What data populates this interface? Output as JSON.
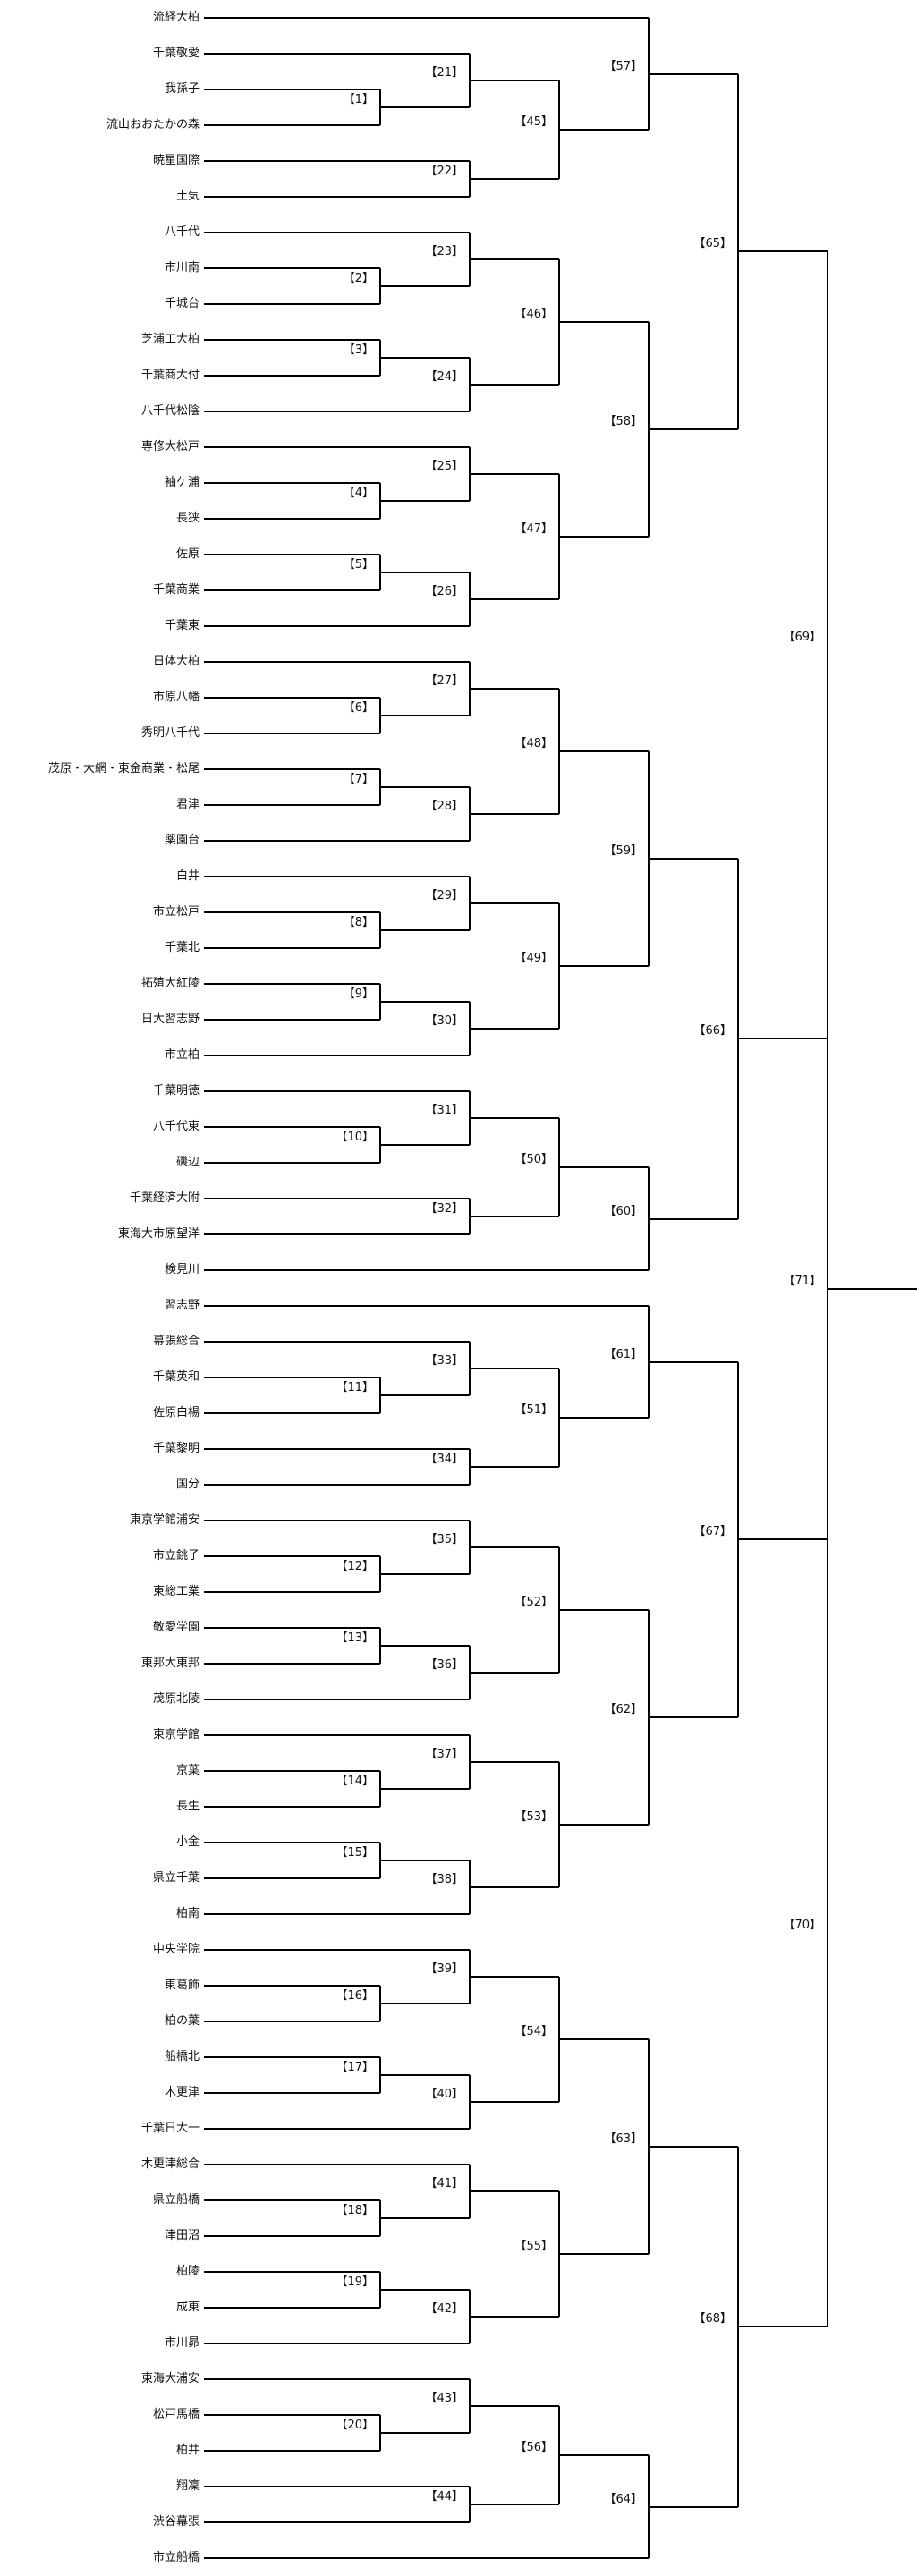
{
  "teams": [
    "流経大柏",
    "千葉敬愛",
    "我孫子",
    "流山おおたかの森",
    "暁星国際",
    "土気",
    "八千代",
    "市川南",
    "千城台",
    "芝浦工大柏",
    "千葉商大付",
    "八千代松陰",
    "専修大松戸",
    "袖ケ浦",
    "長狭",
    "佐原",
    "千葉商業",
    "千葉東",
    "日体大柏",
    "市原八幡",
    "秀明八千代",
    "茂原・大網・東金商業・松尾",
    "君津",
    "薬園台",
    "白井",
    "市立松戸",
    "千葉北",
    "拓殖大紅陵",
    "日大習志野",
    "市立柏",
    "千葉明徳",
    "八千代東",
    "磯辺",
    "千葉経済大附",
    "東海大市原望洋",
    "検見川",
    "習志野",
    "幕張総合",
    "千葉英和",
    "佐原白楊",
    "千葉黎明",
    "国分",
    "東京学館浦安",
    "市立銚子",
    "東総工業",
    "敬愛学園",
    "東邦大東邦",
    "茂原北陵",
    "東京学館",
    "京葉",
    "長生",
    "小金",
    "県立千葉",
    "柏南",
    "中央学院",
    "東葛飾",
    "柏の葉",
    "船橋北",
    "木更津",
    "千葉日大一",
    "木更津総合",
    "県立船橋",
    "津田沼",
    "柏陵",
    "成東",
    "市川昴",
    "東海大浦安",
    "松戸馬橋",
    "柏井",
    "翔凜",
    "渋谷幕張",
    "市立船橋"
  ],
  "matches": [
    "【1】",
    "【2】",
    "【3】",
    "【4】",
    "【5】",
    "【6】",
    "【7】",
    "【8】",
    "【9】",
    "【10】",
    "【11】",
    "【12】",
    "【13】",
    "【14】",
    "【15】",
    "【16】",
    "【17】",
    "【18】",
    "【19】",
    "【20】",
    "【21】",
    "【22】",
    "【23】",
    "【24】",
    "【25】",
    "【26】",
    "【27】",
    "【28】",
    "【29】",
    "【30】",
    "【31】",
    "【32】",
    "【33】",
    "【34】",
    "【35】",
    "【36】",
    "【37】",
    "【38】",
    "【39】",
    "【40】",
    "【41】",
    "【42】",
    "【43】",
    "【44】",
    "【45】",
    "【46】",
    "【47】",
    "【48】",
    "【49】",
    "【50】",
    "【51】",
    "【52】",
    "【53】",
    "【54】",
    "【55】",
    "【56】",
    "【57】",
    "【58】",
    "【59】",
    "【60】",
    "【61】",
    "【62】",
    "【63】",
    "【64】",
    "【65】",
    "【66】",
    "【67】",
    "【68】",
    "【69】",
    "【70】",
    "【71】"
  ]
}
